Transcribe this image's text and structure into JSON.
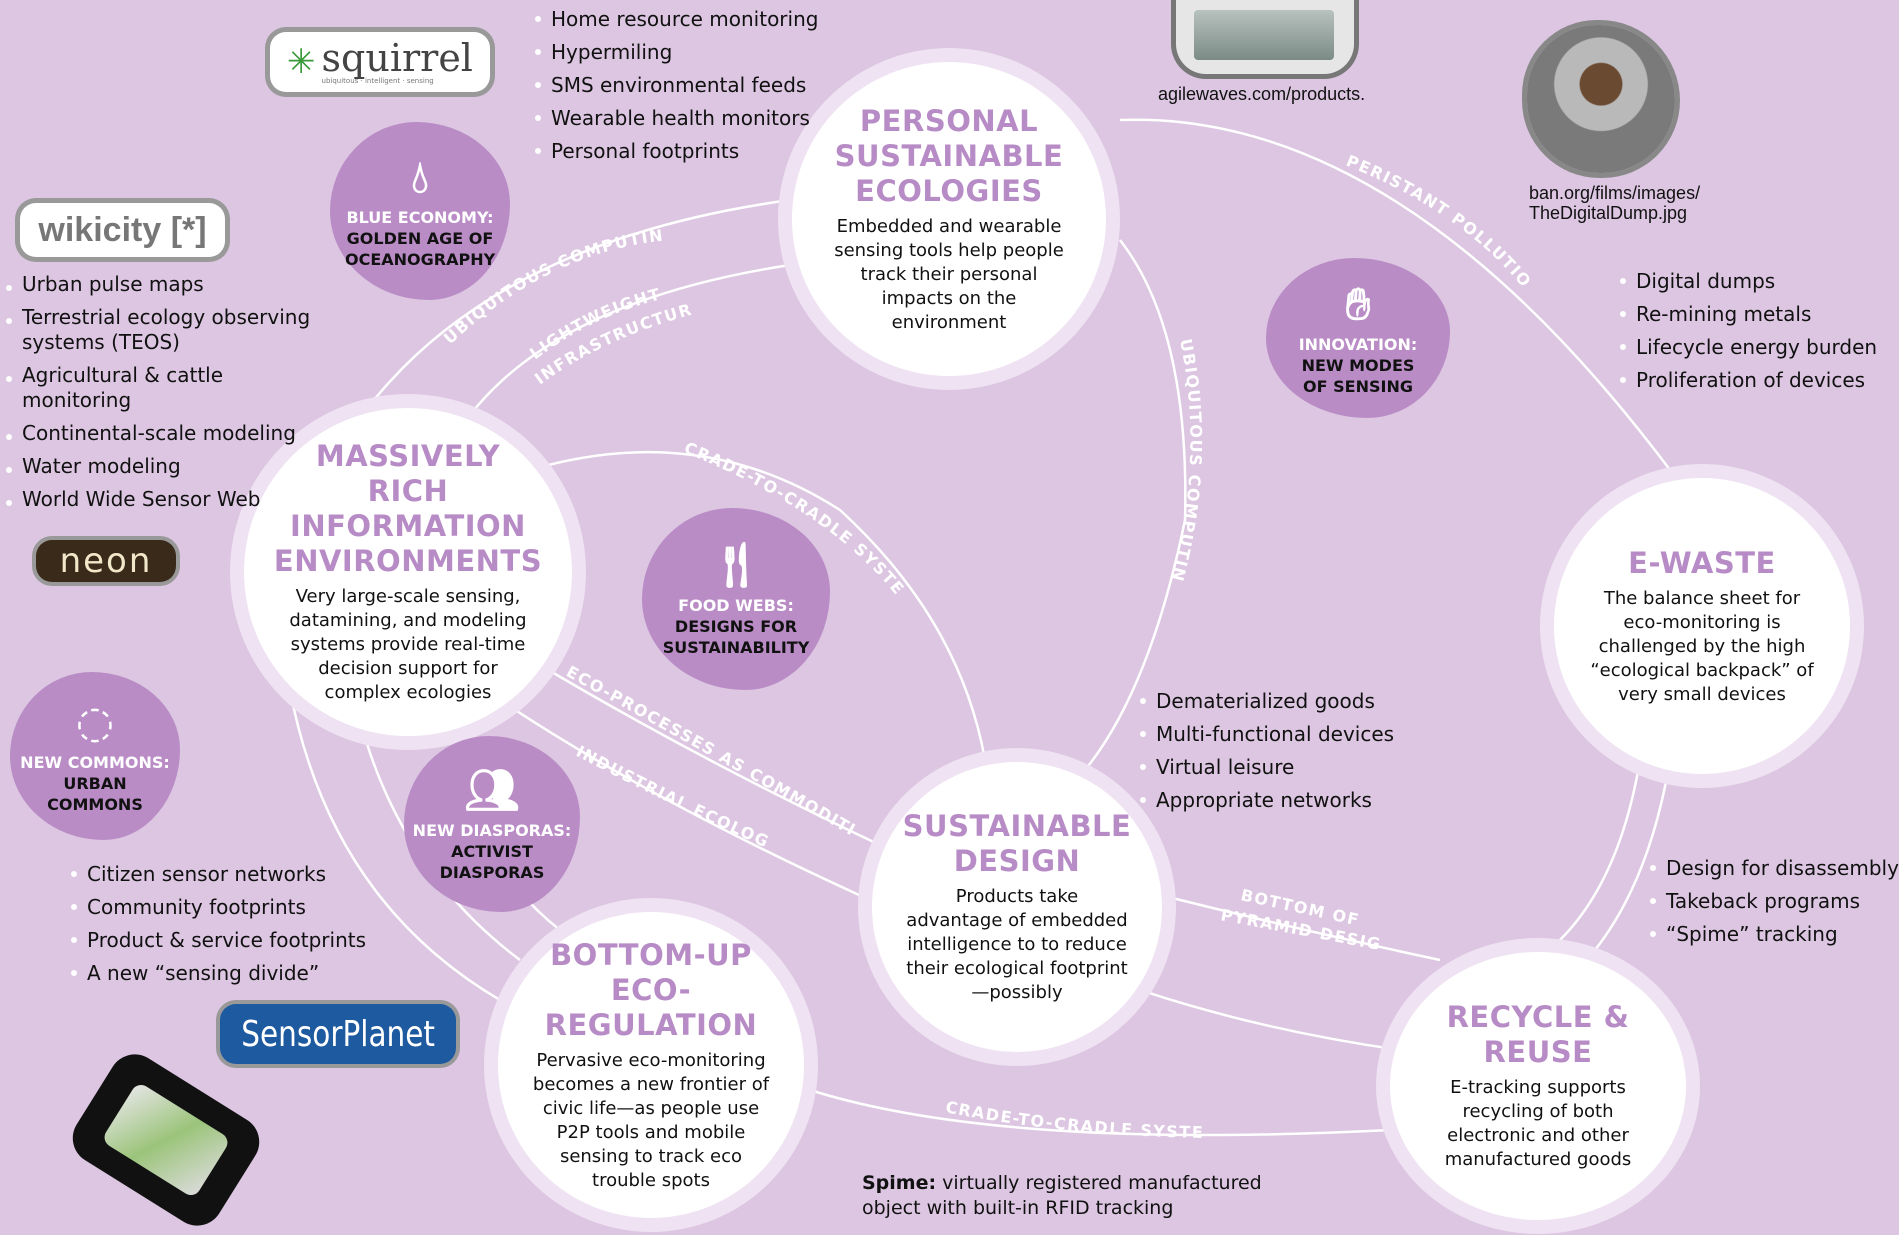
{
  "nodes": {
    "personal": {
      "title": "PERSONAL SUSTAINABLE ECOLOGIES",
      "desc": "Embedded and wearable sensing tools help people track their personal impacts on the environment"
    },
    "massive": {
      "title": "MASSIVELY RICH INFORMATION ENVIRONMENTS",
      "desc": "Very large-scale sensing, datamining, and modeling systems provide real-time decision support for complex ecologies"
    },
    "sustainable": {
      "title": "SUSTAINABLE DESIGN",
      "desc": "Products take advantage of embedded intelligence to to reduce their ecological footprint—possibly"
    },
    "bottomup": {
      "title": "BOTTOM-UP ECO-REGULATION",
      "desc": "Pervasive eco-monitoring becomes a new frontier of civic life—as people use P2P tools and mobile sensing to track eco trouble spots"
    },
    "ewaste": {
      "title": "E-WASTE",
      "desc": "The balance sheet for eco-monitoring is challenged by the high “ecological backpack” of very small devices"
    },
    "recycle": {
      "title": "RECYCLE & REUSE",
      "desc": "E-tracking supports recycling of both electronic and other manufactured goods"
    }
  },
  "blobs": {
    "blue": {
      "kicker": "BLUE ECONOMY:",
      "sub": "GOLDEN AGE OF OCEANOGRAPHY",
      "icon": "water-drop-icon"
    },
    "innovation": {
      "kicker": "INNOVATION:",
      "sub": "NEW MODES OF SENSING",
      "icon": "hand-icon"
    },
    "food": {
      "kicker": "FOOD WEBS:",
      "sub": "DESIGNS FOR SUSTAINABILITY",
      "icon": "fork-icon"
    },
    "commons": {
      "kicker": "NEW COMMONS:",
      "sub": "URBAN COMMONS",
      "icon": "dotted-circle-icon"
    },
    "diasporas": {
      "kicker": "NEW DIASPORAS:",
      "sub": "ACTIVIST DIASPORAS",
      "icon": "crowd-icon"
    }
  },
  "lists": {
    "personal": [
      "Home resource monitoring",
      "Hypermiling",
      "SMS environmental feeds",
      "Wearable health monitors",
      "Personal footprints"
    ],
    "massive": [
      "Urban pulse maps",
      "Terrestrial ecology observing systems (TEOS)",
      "Agricultural & cattle monitoring",
      "Continental-scale modeling",
      "Water modeling",
      "World Wide Sensor Web"
    ],
    "ewaste": [
      "Digital dumps",
      "Re-mining metals",
      "Lifecycle energy burden",
      "Proliferation of devices"
    ],
    "sustainable": [
      "Dematerialized goods",
      "Multi-functional devices",
      "Virtual leisure",
      "Appropriate networks"
    ],
    "recycle": [
      "Design for disassembly",
      "Takeback programs",
      "“Spime” tracking"
    ],
    "commons": [
      "Citizen sensor networks",
      "Community footprints",
      "Product & service footprints",
      "A new “sensing divide”"
    ]
  },
  "links": {
    "ubiquitous1": "UBIQUITOUS COMPUTING",
    "lightweight": "LIGHTWEIGHT",
    "infrastructure": "INFRASTRUCTURE",
    "ubiquitous2": "UBIQUITOUS COMPUTING",
    "persistant": "PERISTANT POLLUTION",
    "cradle1": "CRADE-TO-CRADLE SYSTEMS",
    "ecoprocesses": "ECO-PROCESSES AS COMMODITIES",
    "industrial": "INDUSTRIAL ECOLOGY",
    "pyramid1": "BOTTOM OF",
    "pyramid2": "PYRAMID DESIGN",
    "cradle2": "CRADE-TO-CRADLE SYSTEMS"
  },
  "logos": {
    "squirrel": "squirrel",
    "squirrel_tag": "ubiquitous · intelligent · sensing",
    "wikicity": "wikicity [*]",
    "neon": "neon",
    "sensorplanet": "SensorPlanet"
  },
  "captions": {
    "agilewaves": "agilewaves.com/products.",
    "ban1": "ban.org/films/images/",
    "ban2": "TheDigitalDump.jpg"
  },
  "note": {
    "term": "Spime:",
    "text": " virtually registered manufactured object with built-in RFID tracking"
  },
  "colors": {
    "background": "#dcc6e1",
    "title": "#b78bc5",
    "blob": "#b98cc6"
  }
}
